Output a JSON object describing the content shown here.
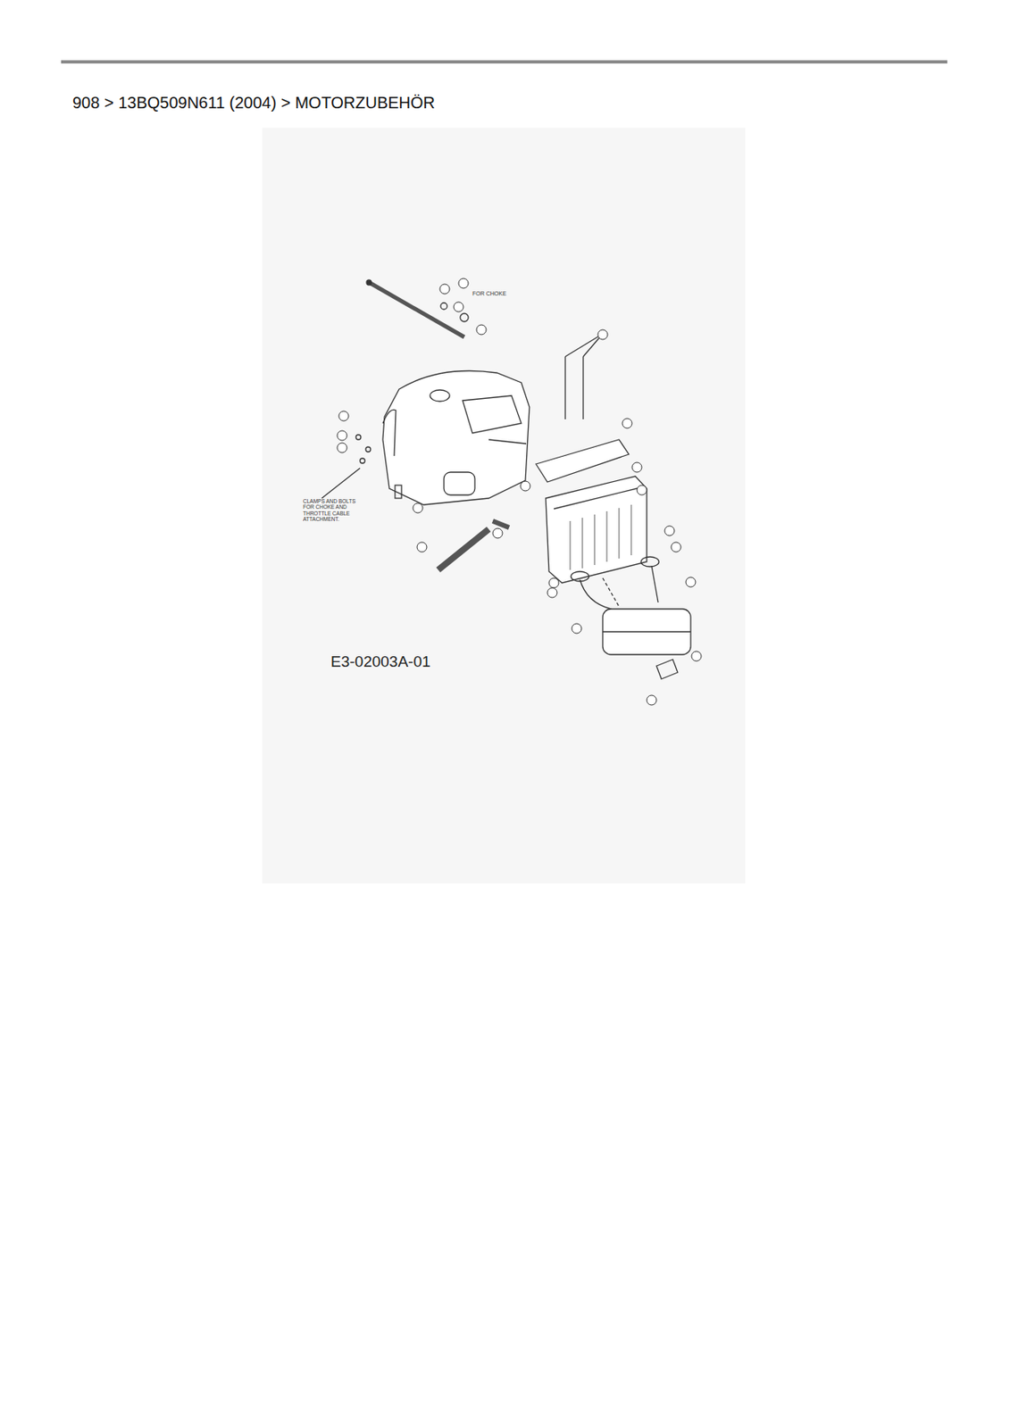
{
  "diagram": {
    "title": "908 > 13BQ509N611 (2004) > MOTORZUBEHÖR",
    "labels": [
      "FOR CHOKE",
      "CLAMPS AND BOLTS FOR CHOKE AND THROTTLE CABLE ATTACHMENT.",
      "E3-02003A-01"
    ]
  }
}
